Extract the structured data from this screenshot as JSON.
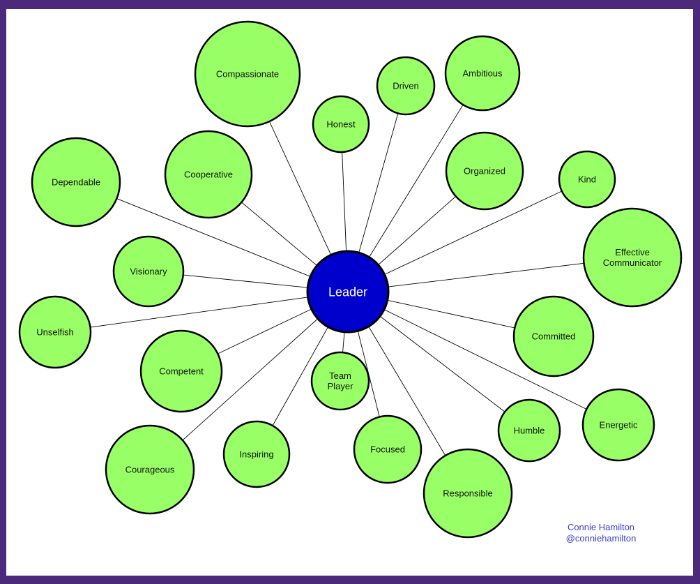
{
  "colors": {
    "frame": "#4b2a7b",
    "background": "#ffffff",
    "bubble_fill": "#99ff66",
    "center_fill": "#0000cc",
    "outline": "#000000",
    "credit_text": "#3b3bcc"
  },
  "center": {
    "label": "Leader"
  },
  "traits": [
    {
      "id": "compassionate",
      "label": "Compassionate"
    },
    {
      "id": "driven",
      "label": "Driven"
    },
    {
      "id": "ambitious",
      "label": "Ambitious"
    },
    {
      "id": "honest",
      "label": "Honest"
    },
    {
      "id": "dependable",
      "label": "Dependable"
    },
    {
      "id": "cooperative",
      "label": "Cooperative"
    },
    {
      "id": "organized",
      "label": "Organized"
    },
    {
      "id": "kind",
      "label": "Kind"
    },
    {
      "id": "visionary",
      "label": "Visionary"
    },
    {
      "id": "effective-communicator",
      "label": "Effective\nCommunicator"
    },
    {
      "id": "unselfish",
      "label": "Unselfish"
    },
    {
      "id": "committed",
      "label": "Committed"
    },
    {
      "id": "competent",
      "label": "Competent"
    },
    {
      "id": "team-player",
      "label": "Team\nPlayer"
    },
    {
      "id": "energetic",
      "label": "Energetic"
    },
    {
      "id": "humble",
      "label": "Humble"
    },
    {
      "id": "focused",
      "label": "Focused"
    },
    {
      "id": "inspiring",
      "label": "Inspiring"
    },
    {
      "id": "courageous",
      "label": "Courageous"
    },
    {
      "id": "responsible",
      "label": "Responsible"
    }
  ],
  "credit": {
    "name": "Connie Hamilton",
    "handle": "@conniehamilton"
  }
}
